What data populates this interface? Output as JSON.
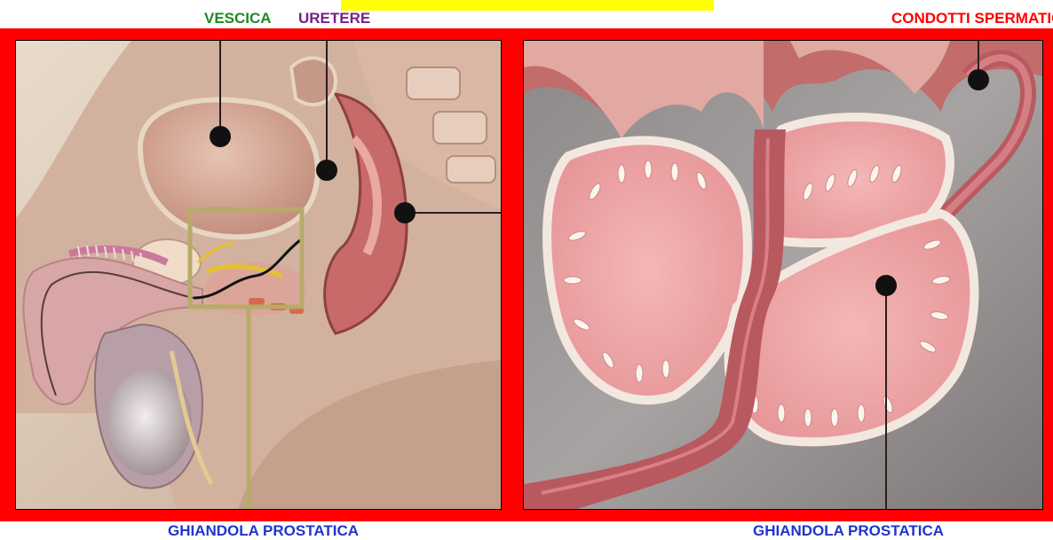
{
  "labels": {
    "bladder": "VESCICA",
    "ureter": "URETERE",
    "ducts": "CONDOTTI SPERMATICI",
    "prostate_left": "GHIANDOLA PROSTATICA",
    "prostate_right": "GHIANDOLA PROSTATICA"
  },
  "colors": {
    "frame": "#ff0000",
    "highlight_bar": "#ffff00",
    "label_green": "#1f8a1f",
    "label_purple": "#7a1f8a",
    "label_red": "#ff0000",
    "label_blue": "#1f35cc"
  },
  "images": [
    {
      "name": "sagittal-section-illustration"
    },
    {
      "name": "prostate-closeup-illustration"
    }
  ]
}
